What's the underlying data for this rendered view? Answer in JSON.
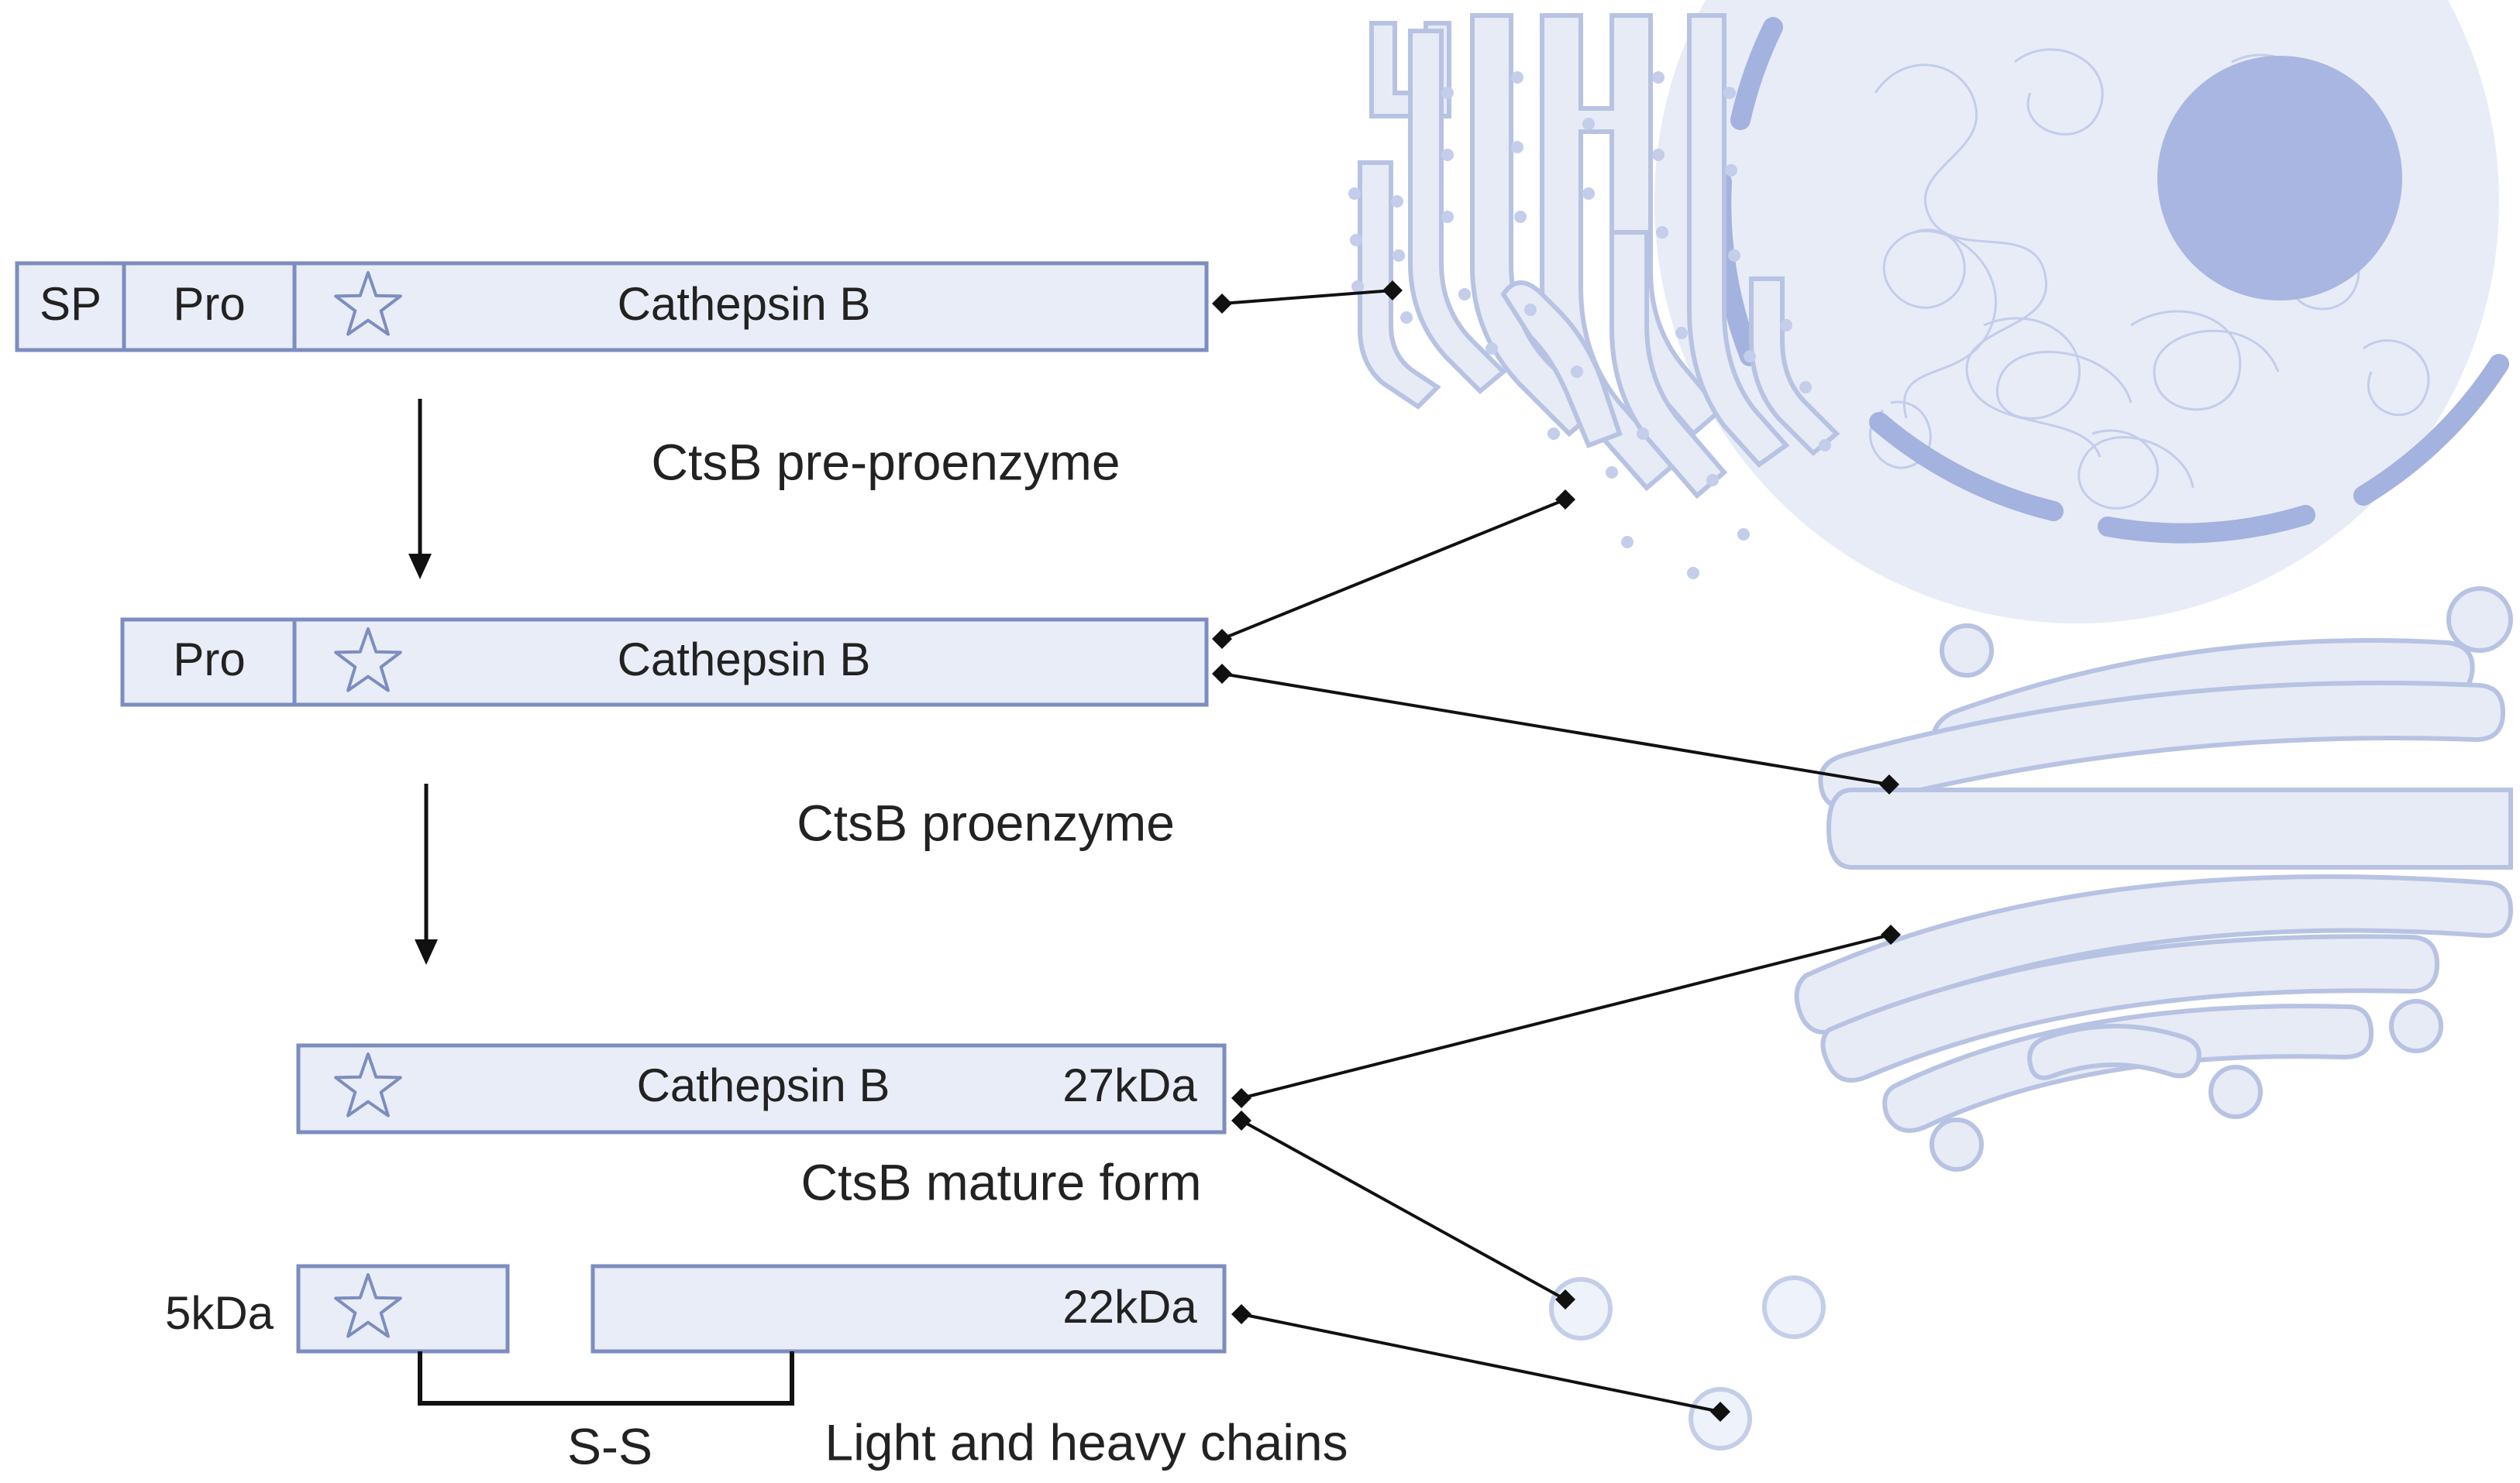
{
  "colors": {
    "box_fill": "#e9edf7",
    "box_stroke": "#7d8dbf",
    "organelle_fill": "#e6ebf6",
    "organelle_stroke": "#b6c1e2",
    "nucleus_envelope": "#a8b6e0",
    "nucleolus": "#aab7e2",
    "text": "#222222",
    "line": "#111111"
  },
  "icons": [
    "star-icon"
  ],
  "pre_proenzyme": {
    "sp": "SP",
    "pro": "Pro",
    "name": "Cathepsin B",
    "caption": "CtsB pre-proenzyme"
  },
  "proenzyme": {
    "pro": "Pro",
    "name": "Cathepsin B",
    "caption": "CtsB proenzyme"
  },
  "mature": {
    "name": "Cathepsin B",
    "mass": "27kDa",
    "caption": "CtsB mature form"
  },
  "chains": {
    "light_mass": "5kDa",
    "heavy_mass": "22kDa",
    "bond": "S-S",
    "caption": "Light and heavy chains"
  }
}
